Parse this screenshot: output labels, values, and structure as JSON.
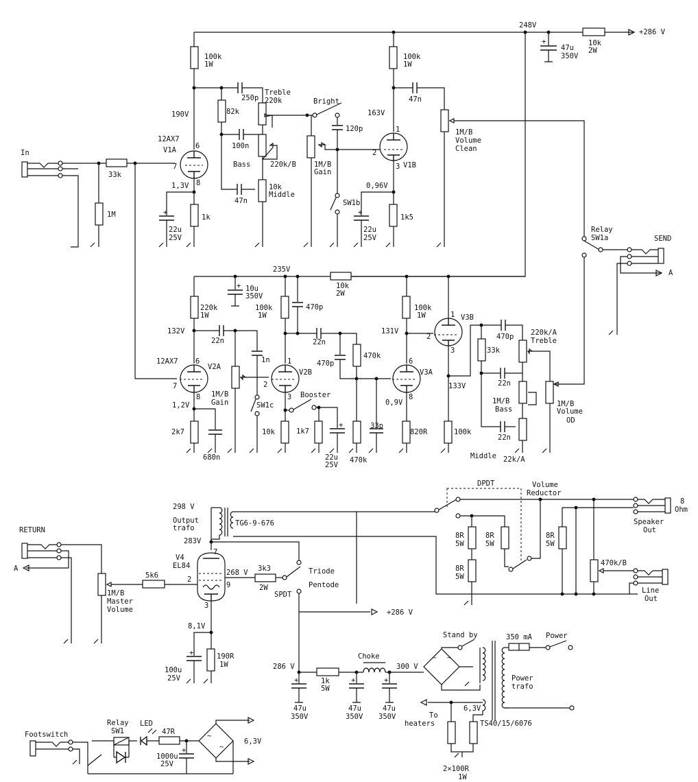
{
  "colors": {
    "ink": "#111111",
    "paper": "#ffffff"
  },
  "power": {
    "b_plus": "+286 V",
    "node_248": "248V",
    "filter_r": "10k",
    "filter_r_w": "2W",
    "filter_c": "47u",
    "filter_c_v": "350V",
    "node_235": "235V",
    "r_235": "10k",
    "r_235_w": "2W",
    "c_235": "10u",
    "c_235_v": "350V"
  },
  "input": {
    "jack": "In",
    "r_grid": "33k",
    "r_leak": "1M"
  },
  "v1a": {
    "tube": "12AX7",
    "name": "V1A",
    "plate_r": "100k",
    "plate_r_w": "1W",
    "v_plate": "190V",
    "v_cath": "1,3V",
    "cath_r": "1k",
    "cath_c": "22u",
    "cath_c_v": "25V",
    "pin_p": "6",
    "pin_g": "7",
    "pin_k": "8"
  },
  "tonestack_clean": {
    "c_treble": "250p",
    "r_slope": "82k",
    "treble_pot": "Treble",
    "treble_val": "220k",
    "c_bass": "100n",
    "bass_label": "Bass",
    "bass_val": "220k/B",
    "c_mid": "47n",
    "mid_val": "10k",
    "mid_label": "Middle"
  },
  "gain_clean": {
    "pot": "1M/B",
    "label": "Gain",
    "bright": "Bright",
    "c_bright": "120p",
    "sw": "SW1b"
  },
  "v1b": {
    "name": "V1B",
    "plate_r": "100k",
    "plate_r_w": "1W",
    "v_plate": "163V",
    "v_cath": "0,96V",
    "cath_r": "1k5",
    "cath_c": "22u",
    "cath_c_v": "25V",
    "c_out": "47n",
    "pin_p": "1",
    "pin_g": "2",
    "pin_k": "3"
  },
  "volume_clean": {
    "pot": "1M/B",
    "label1": "Volume",
    "label2": "Clean"
  },
  "relay": {
    "label1": "Relay",
    "label2": "SW1a",
    "send": "SEND",
    "a": "A"
  },
  "v2a": {
    "tube": "12AX7",
    "name": "V2A",
    "plate_r": "220k",
    "plate_r_w": "1W",
    "v_plate": "132V",
    "v_cath": "1,2V",
    "cath_r": "2k7",
    "cath_c": "680n",
    "c_out": "22n",
    "pin_p": "6",
    "pin_g": "7",
    "pin_k": "8"
  },
  "gain_od": {
    "pot": "1M/B",
    "label": "Gain",
    "c_bright": "1n",
    "sw": "SW1c"
  },
  "v2b": {
    "name": "V2B",
    "plate_r": "100k",
    "plate_r_w": "1W",
    "c_bypass": "470p",
    "cath_r": "10k",
    "booster": "Booster",
    "booster_r": "1k7",
    "booster_c": "22u",
    "booster_c_v": "25V",
    "c_out": "22n",
    "pin_p": "1",
    "pin_g": "2",
    "pin_k": "3"
  },
  "interstage": {
    "c_470p": "470p",
    "r_470k": "470k",
    "r_470k_gnd": "470k",
    "c_33p": "33p"
  },
  "v3a": {
    "name": "V3A",
    "v_plate": "131V",
    "v_cath": "0,9V",
    "cath_r": "820R",
    "pin_p": "6",
    "pin_k": "8"
  },
  "v3b": {
    "name": "V3B",
    "plate_r": "100k",
    "plate_r_w": "1W",
    "v_cath": "133V",
    "cath_r": "100k",
    "pin_p": "1",
    "pin_g": "2",
    "pin_k": "3"
  },
  "tonestack_od": {
    "c_treble": "470p",
    "r_slope": "33k",
    "treble_val": "220k/A",
    "treble_label": "Treble",
    "c_bass": "22n",
    "bass_val": "1M/B",
    "bass_label": "Bass",
    "c_mid": "22n",
    "mid_label": "Middle",
    "mid_val": "22k/A",
    "vol_pot": "1M/B",
    "vol_label1": "Volume",
    "vol_label2": "OD"
  },
  "power_amp": {
    "return": "RETURN",
    "a": "A",
    "master_pot": "1M/B",
    "master_l1": "Master",
    "master_l2": "Volume",
    "grid_r": "5k6",
    "tube_name": "V4",
    "tube_type": "EL84",
    "pin_7": "7",
    "pin_2": "2",
    "pin_9": "9",
    "pin_3": "3",
    "v_plate": "298 V",
    "v_screen": "283V",
    "v_screen2": "268 V",
    "screen_r": "3k3",
    "screen_r_w": "2W",
    "triode": "Triode",
    "pentode": "Pentode",
    "spdt": "SPDT",
    "b_plus_arrow": "+286 V",
    "v_cath": "8,1V",
    "cath_c": "100u",
    "cath_c_v": "25V",
    "cath_r": "190R",
    "cath_r_w": "1W",
    "ot_l1": "Output",
    "ot_l2": "trafo",
    "ot_type": "TG6-9-676"
  },
  "output_section": {
    "dpdt": "DPDT",
    "vr1": "Volume",
    "vr2": "Reductor",
    "r1": "8R",
    "r1w": "5W",
    "r2": "8R",
    "r2w": "5W",
    "r3": "8R",
    "r3w": "5W",
    "r4": "8R",
    "r4w": "5W",
    "ohm1": "8",
    "ohm2": "Ohm",
    "spk1": "Speaker",
    "spk2": "Out",
    "pot": "470k/B",
    "line1": "Line",
    "line2": "Out"
  },
  "supply": {
    "v_286": "286 V",
    "c1": "47u",
    "c1_v": "350V",
    "r": "1k",
    "r_w": "5W",
    "c2": "47u",
    "c2_v": "350V",
    "choke": "Choke",
    "v_300": "300 V",
    "c3": "47u",
    "c3_v": "350V",
    "standby": "Stand by",
    "fuse": "350 mA",
    "power": "Power",
    "pt1": "Power",
    "pt2": "trafo",
    "v_heat": "6,3V",
    "heat1": "To",
    "heat2": "heaters",
    "pt_type": "TS40/15/6076",
    "hum_r": "2×100R",
    "hum_r_w": "1W"
  },
  "footswitch": {
    "label": "Footswitch",
    "relay": "Relay",
    "sw1": "SW1",
    "led": "LED",
    "r": "47R",
    "c": "1000u",
    "c_v": "25V",
    "v": "6,3V"
  }
}
